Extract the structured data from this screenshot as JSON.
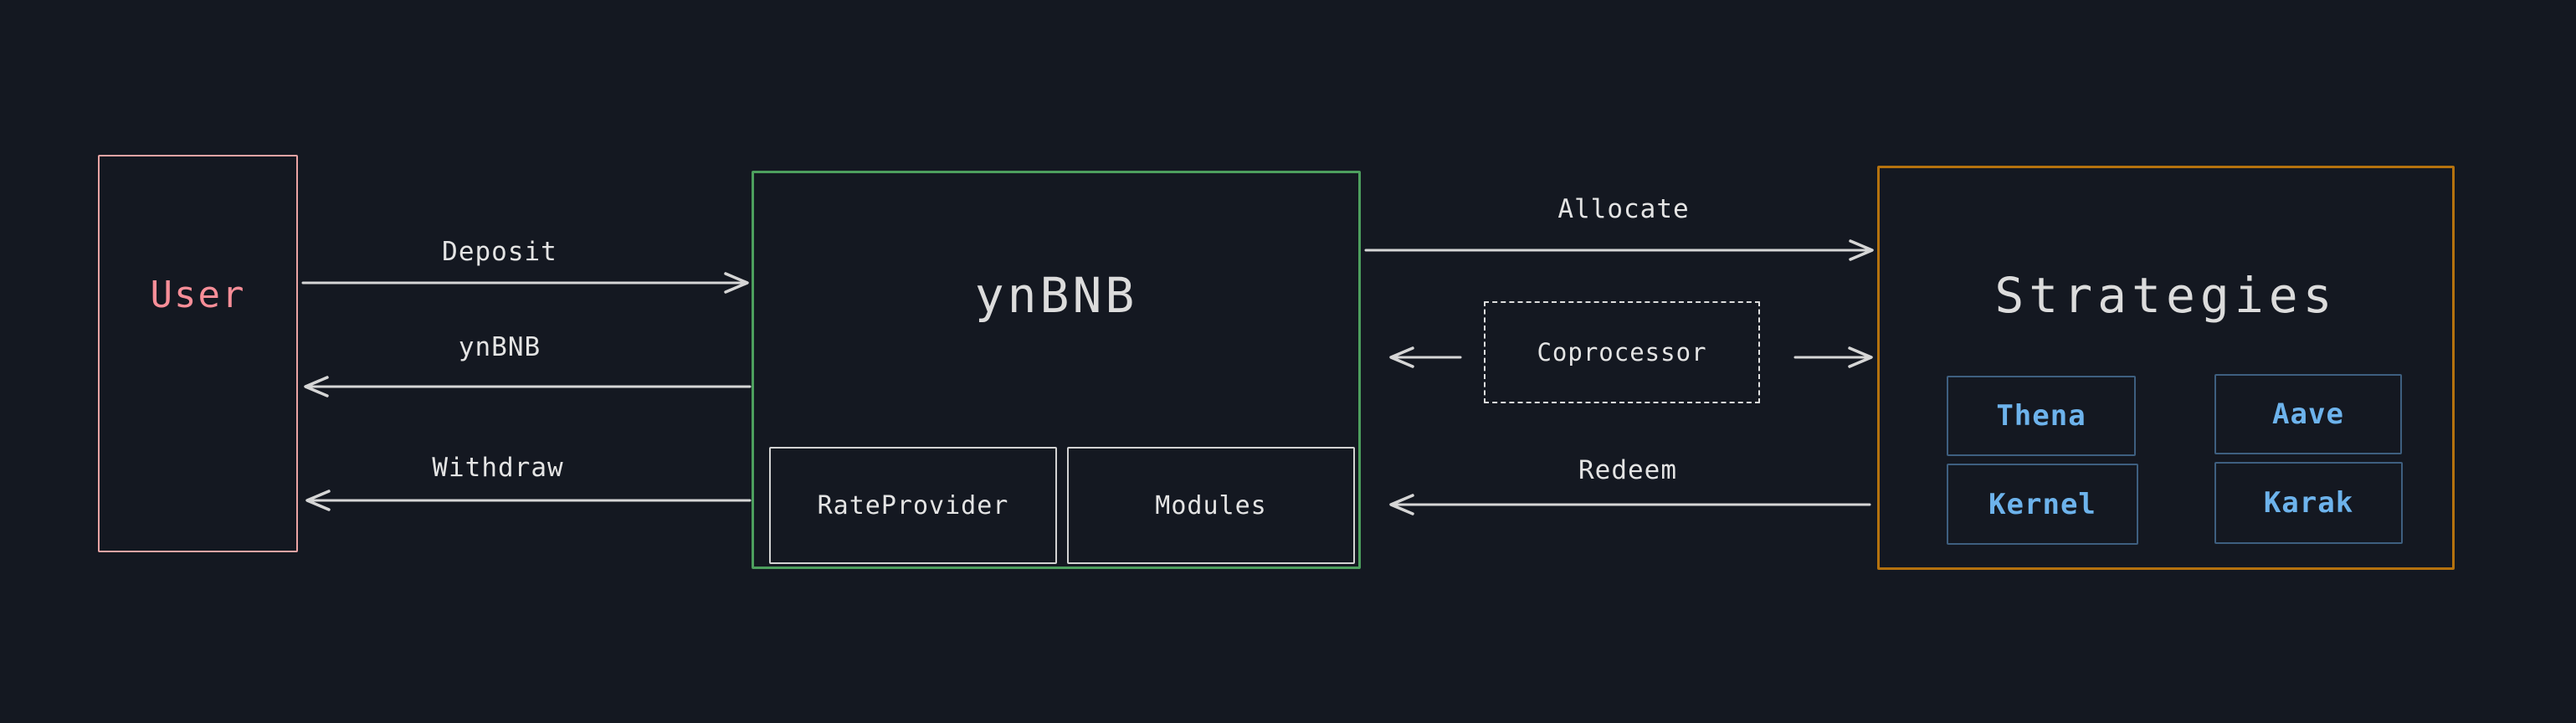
{
  "diagram": {
    "nodes": {
      "user": {
        "label": "User"
      },
      "ynbnb": {
        "title": "ynBNB",
        "children": {
          "rate_provider": {
            "label": "RateProvider"
          },
          "modules": {
            "label": "Modules"
          }
        }
      },
      "coprocessor": {
        "label": "Coprocessor"
      },
      "strategies": {
        "title": "Strategies",
        "items": [
          {
            "label": "Thena"
          },
          {
            "label": "Aave"
          },
          {
            "label": "Kernel"
          },
          {
            "label": "Karak"
          }
        ]
      }
    },
    "edges": [
      {
        "id": "deposit",
        "label": "Deposit",
        "from": "user",
        "to": "ynbnb",
        "direction": "right"
      },
      {
        "id": "ynbnb_return",
        "label": "ynBNB",
        "from": "ynbnb",
        "to": "user",
        "direction": "left"
      },
      {
        "id": "withdraw",
        "label": "Withdraw",
        "from": "ynbnb",
        "to": "user",
        "direction": "left"
      },
      {
        "id": "allocate",
        "label": "Allocate",
        "from": "ynbnb",
        "to": "strategies",
        "direction": "right"
      },
      {
        "id": "coprocessor_to_ynbnb",
        "label": "",
        "from": "coprocessor",
        "to": "ynbnb",
        "direction": "left"
      },
      {
        "id": "coprocessor_to_strategies",
        "label": "",
        "from": "coprocessor",
        "to": "strategies",
        "direction": "right"
      },
      {
        "id": "redeem",
        "label": "Redeem",
        "from": "strategies",
        "to": "ynbnb",
        "direction": "left"
      }
    ]
  },
  "colors": {
    "background": "#141821",
    "user_border": "#eba4a4",
    "user_text": "#f88e98",
    "ynbnb_border": "#4d9f5e",
    "strategies_border": "#b5720e",
    "box_border_light": "#d2d2d2",
    "dashed_border": "#dedede",
    "chip_border": "#3e5f80",
    "chip_text": "#6db3ec",
    "title_text": "#dcdcdc",
    "text_light": "#e4e4e4",
    "arrow": "#d6d6d6"
  }
}
